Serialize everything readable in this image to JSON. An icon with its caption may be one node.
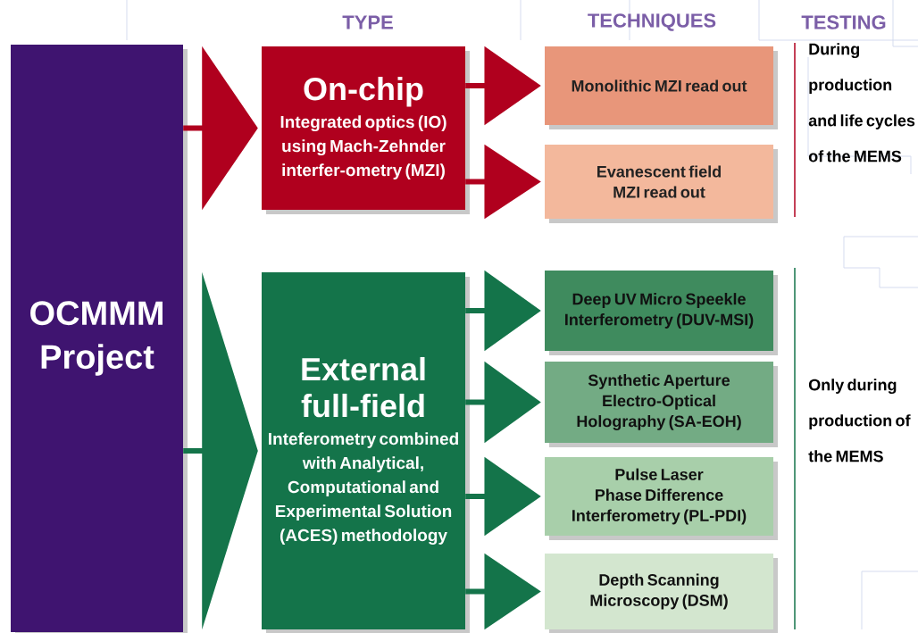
{
  "diagram": {
    "nodes": [
      {
        "text": [
          "OCMMM Project"
        ]
      },
      {
        "text": [
          "On-chip",
          "Integrated optics (IO) using Mach-Zehnder interfer-ometry (MZI)"
        ]
      },
      {
        "text": [
          "External full-field",
          "Inteferometry combined with Analytical, Computational and Experimental Solution (ACES) methodology"
        ]
      },
      {
        "text": [
          "Monolithic MZI read out"
        ]
      },
      {
        "text": [
          "Evanescent field MZI read out"
        ]
      },
      {
        "text": [
          "Deep UV Micro Speekle Interferometry (DUV-MSI)"
        ]
      },
      {
        "text": [
          "Synthetic Aperture Electro-Optical Holography (SA-EOH)"
        ]
      },
      {
        "text": [
          "Pulse Laser Phase Difference Interferometry (PL-PDI)"
        ]
      },
      {
        "text": [
          "Depth Scanning Microscopy (DSM)"
        ]
      }
    ],
    "edges": [
      {
        "from": 0,
        "to": 1,
        "arrow": "to",
        "color": "#b0001e"
      },
      {
        "from": 0,
        "to": 2,
        "arrow": "to"
      },
      {
        "from": 1,
        "to": 3,
        "arrow": "to",
        "color": "#b0001e"
      },
      {
        "from": 1,
        "to": 4,
        "arrow": "to",
        "color": "#b0001e"
      },
      {
        "from": 2,
        "to": 5,
        "arrow": "to"
      },
      {
        "from": 2,
        "to": 6,
        "arrow": "to"
      },
      {
        "from": 2,
        "to": 7,
        "arrow": "to"
      },
      {
        "from": 2,
        "to": 8,
        "arrow": "to"
      }
    ],
    "labels": [
      "TYPE",
      "TECHNIQUES",
      "TESTING",
      "During production and life cycles of the MEMS",
      "Only during production of the MEMS"
    ]
  }
}
